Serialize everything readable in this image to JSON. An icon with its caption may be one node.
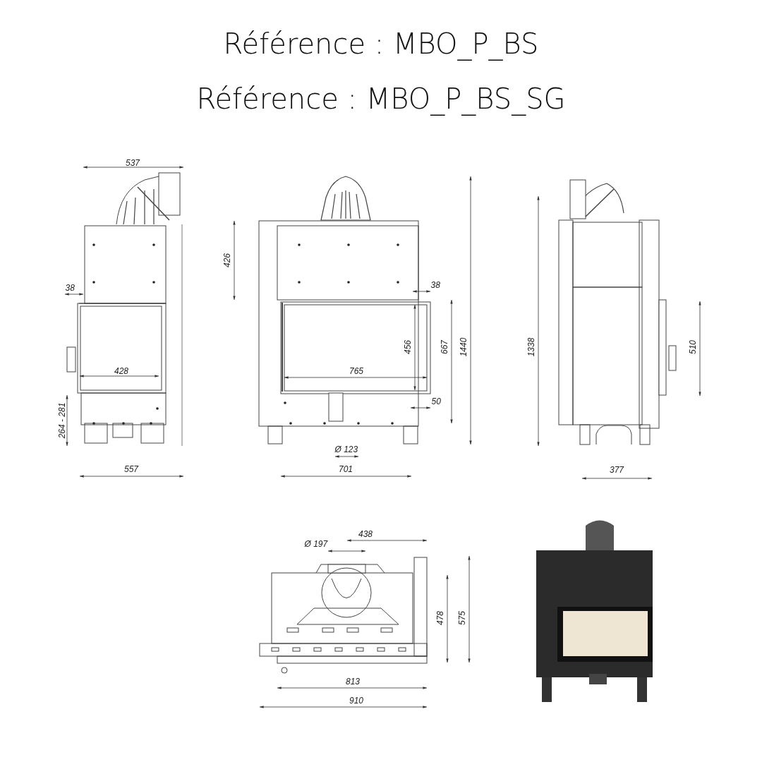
{
  "diagram": {
    "title": "Référence : MBO_P_BS",
    "labels": [
      "Référence : MBO_P_BS_SG",
      "537",
      "38",
      "428",
      "264 - 281",
      "557",
      "426",
      "38",
      "456",
      "667",
      "1440",
      "765",
      "50",
      "Ø 123",
      "701",
      "1338",
      "510",
      "377",
      "438",
      "Ø 197",
      "478",
      "575",
      "813",
      "910"
    ]
  }
}
